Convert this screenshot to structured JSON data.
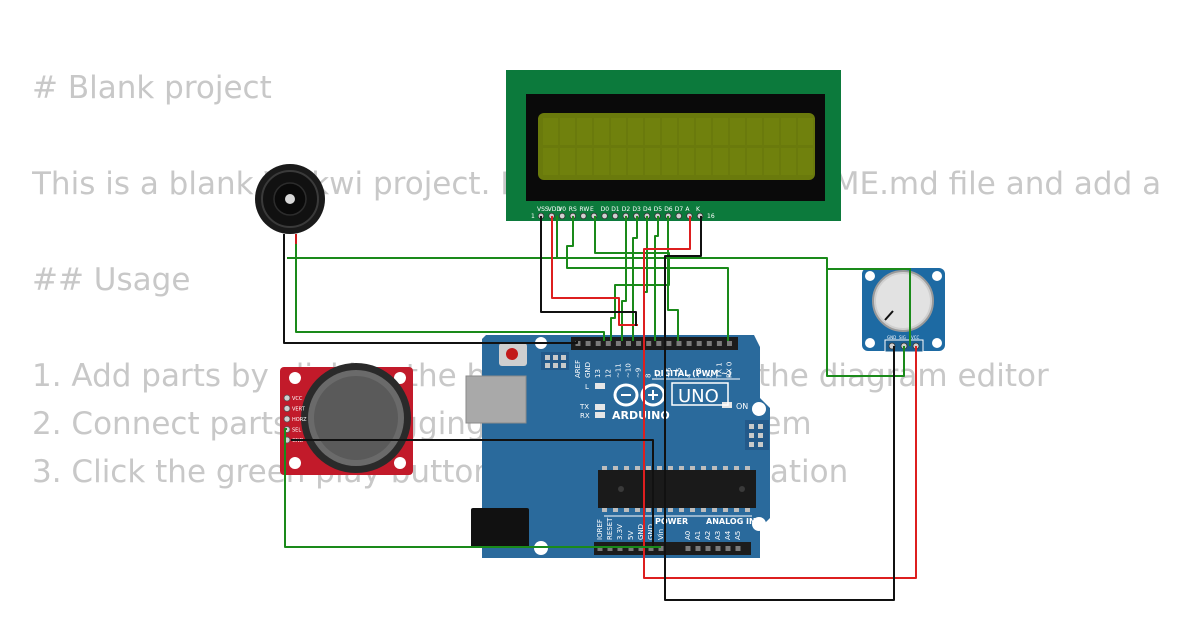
{
  "readme": {
    "title": "# Blank project",
    "description": "This is a blank Wokwi project. Please edit this README.md file and add a description of your project.",
    "usage_heading": "## Usage",
    "steps": [
      "1. Add parts by clicking the blue \"+\" button in the diagram editor",
      "2. Connect parts by dragging wires between them",
      "3. Click the green play button to start the simulation"
    ]
  },
  "lcd": {
    "pin_labels": [
      "VSS",
      "VDD",
      "V0",
      "RS",
      "RW",
      "E",
      "D0",
      "D1",
      "D2",
      "D3",
      "D4",
      "D5",
      "D6",
      "D7",
      "A",
      "K"
    ],
    "pin_first": "1",
    "pin_last": "16"
  },
  "arduino": {
    "brand": "ARDUINO",
    "model": "UNO",
    "digital_label": "DIGITAL (PWM ~)",
    "power_label": "POWER",
    "analog_label": "ANALOG IN",
    "on_label": "ON",
    "led_labels": [
      "L",
      "TX",
      "RX"
    ],
    "top_headers": [
      "AREF",
      "GND",
      "13",
      "12",
      "~11",
      "~10",
      "~9",
      "8",
      "7",
      "~6",
      "~5",
      "4",
      "~3",
      "2",
      "TX 1",
      "RX 0"
    ],
    "bottom_headers": [
      "IOREF",
      "RESET",
      "3.3V",
      "5V",
      "GND",
      "GND",
      "Vin",
      "A0",
      "A1",
      "A2",
      "A3",
      "A4",
      "A5"
    ]
  },
  "joystick": {
    "pins": [
      "VCC",
      "VERT",
      "HORZ",
      "SEL",
      "GND"
    ]
  },
  "potentiometer": {
    "pins": [
      "GND",
      "SIG",
      "VCC"
    ]
  },
  "colors": {
    "wire_green": "#1a8a1a",
    "wire_red": "#dd1f1f",
    "wire_black": "#111111",
    "arduino_blue": "#2a6a9c",
    "lcd_pcb": "#0c7a3c",
    "lcd_screen": "#6a7a0c",
    "joystick_red": "#c21a2a",
    "pot_blue": "#1d6aa3"
  }
}
